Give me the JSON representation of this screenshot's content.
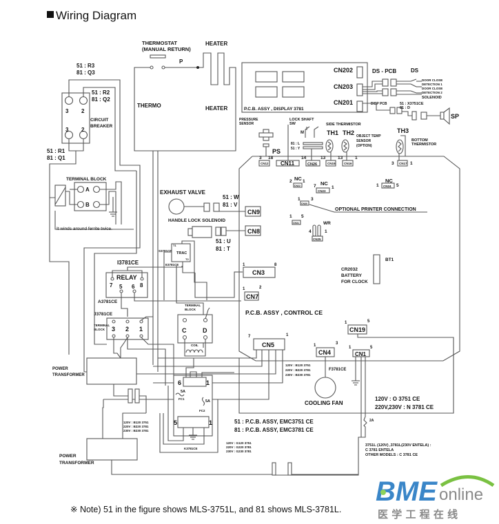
{
  "title": "Wiring Diagram",
  "note": "※ Note) 51 in the figure shows MLS-3751L, and 81 shows MLS-3781L.",
  "logo": {
    "brand": "BME",
    "suffix": "online",
    "chinese": "医 学 工 程 在 线",
    "brand_color": "#3a86c8",
    "arc_color": "#7ac142"
  },
  "labels": {
    "thermostat1": "THERMOSTAT",
    "thermostat2": "(MANUAL RETURN)",
    "p": "P",
    "heater_top": "HEATER",
    "heater": "HEATER",
    "thermo": "THERMO",
    "r3a": "51 : R3",
    "r3b": "81 : Q3",
    "r2a": "51 : R2",
    "r2b": "81 : Q2",
    "r1a": "51 : R1",
    "r1b": "81 : Q1",
    "cb3a": "3",
    "cb2a": "2",
    "cb3b": "3",
    "cb2b": "2",
    "circuit1": "CIRCUIT",
    "circuit2": "BREAKER",
    "terminal_block": "TERMINAL BLOCK",
    "tb_a": "A",
    "tb_b": "B",
    "ferrite": "It winds around ferrite twice.",
    "exhaust": "EXHAUST VALVE",
    "w51": "51 : W",
    "v81": "81 : V",
    "cn9": "CN9",
    "handle_lock": "HANDLE LOCK SOLENOID",
    "cn8": "CN8",
    "u51": "51 : U",
    "t81": "81 : T",
    "s3781": "S3781CE",
    "triac": "TRAC",
    "e3781": "E3781CE",
    "t1": "T1",
    "t2": "T2",
    "i3781": "I3781CE",
    "relay": "RELAY",
    "r7": "7",
    "r5": "5",
    "r6": "6",
    "r8": "8",
    "a3781": "A3781CE",
    "j3781": "J3781CE",
    "terminal_block2a": "TERMINAL",
    "terminal_block2b": "BLOCK",
    "tb3": "3",
    "tb2": "2",
    "tb1": "1",
    "terminal_block3a": "TERMINAL",
    "terminal_block3b": "BLOCK",
    "tb_c": "C",
    "tb_d": "D",
    "coil": "COIL",
    "power_transformer1a": "POWER",
    "power_transformer1b": "TRANSFORMER",
    "power_transformer2a": "POWER",
    "power_transformer2b": "TRANSFORMER",
    "emc6": "6",
    "emc1": "1",
    "fuse5a1": "5A",
    "fc1": "FC1",
    "fuse5a2": "5A",
    "fc2": "FC2",
    "emc5": "5",
    "emc1b": "1",
    "k3781": "K3781CE",
    "b_lines": [
      "120V : B120 3751",
      "220V : B220 3781",
      "230V : B230 3781"
    ],
    "b2_lines": [
      "120V : B120 3751",
      "220V : B220 3781",
      "230V : B230 3781"
    ],
    "g_lines": [
      "120V : G120 3751",
      "220V : G220 3781",
      "230V : G230 3781"
    ],
    "emc_a": "51 : P.C.B. ASSY, EMC3751 CE",
    "emc_b": "81 : P.C.B. ASSY, EMC3781 CE",
    "display_pcb": "P.C.B. ASSY , DISPLAY 3781",
    "cn202": "CN202",
    "cn203": "CN203",
    "cn201": "CN201",
    "ds_pcb": "DS - PCB",
    "ds": "DS",
    "door1a": "DOOR CLOSE",
    "door1b": "DETECTION 1",
    "door2a": "DOOR CLOSE",
    "door2b": "DETECTION 2",
    "solenoid": "SOLENOID",
    "disp_pcb": "DISP PCB",
    "x51": "51 : X3751CE",
    "d81": "81 : D",
    "sp": "SP",
    "pressure1": "PRESSURE",
    "pressure2": "SENSOR",
    "ps": "PS",
    "lockshaft1": "LOCK SHAFT",
    "lockshaft2": "SW",
    "m": "M",
    "l81": "81 : L",
    "y51": "51 : Y",
    "side_therm": "SIDE THERMISTOR",
    "th1": "TH1",
    "th2": "TH2",
    "th3": "TH3",
    "obj1": "OBJECT TEMP",
    "obj2": "SENSOR",
    "obj3": "(OPTION)",
    "bottom1": "BOTTOM",
    "bottom2": "THERMISTOR",
    "cn12": "CN12",
    "cn11": "CN11",
    "cn26": "CN26",
    "cn15": "CN15",
    "cn16": "CN16",
    "cn17": "CN17",
    "p3": "3",
    "p18": "18",
    "p14": "14",
    "p13a": "13",
    "p13b": "13",
    "p1a": "1",
    "p3b": "3",
    "p1b": "1",
    "nc": "NC",
    "cn22": "CN22",
    "cn22_2": "2",
    "cn22_1": "1",
    "cn23": "CN23",
    "cn23_7": "7",
    "cn23_1": "1",
    "cn24": "CN24",
    "cn24_1": "1",
    "cn24_5": "5",
    "cn30": "CN30",
    "cn30_1": "1",
    "cn30_3": "3",
    "optional_printer": "OPTIONAL PRINTER CONNECTION",
    "cn31": "CN31",
    "cn31_1": "1",
    "cn31_5": "5",
    "wr": "WR",
    "cn25": "CN25",
    "cn25_4": "4",
    "cn25_1": "1",
    "cn3": "CN3",
    "cn3_1": "1",
    "cn3_8": "8",
    "cn7": "CN7",
    "cn7_1": "1",
    "cn7_2": "2",
    "bt1": "BT1",
    "battery1": "CR2032",
    "battery2": "BATTERY",
    "battery3": "FOR CLOCK",
    "control_pcb": "P.C.B. ASSY , CONTROL CE",
    "cn19": "CN19",
    "cn19_1": "1",
    "cn19_5": "5",
    "cn5": "CN5",
    "cn5_7": "7",
    "cn5_1": "1",
    "cn4": "CN4",
    "cn4_1": "1",
    "cn4_3": "3",
    "cn1": "CN1",
    "cn1_1": "1",
    "cn1_5": "5",
    "f3781": "F3781CE",
    "cooling_fan": "COOLING FAN",
    "o3751": "120V :  O 3751 CE",
    "n3781": "220V,230V :  N 3781 CE",
    "fuse2a": "2A",
    "c_lines": [
      "3751L (120V) ,3781L(230V ENTELA) :",
      "C 3781 ENTELA",
      "OTHER MODELS : C 3781 CE"
    ]
  }
}
